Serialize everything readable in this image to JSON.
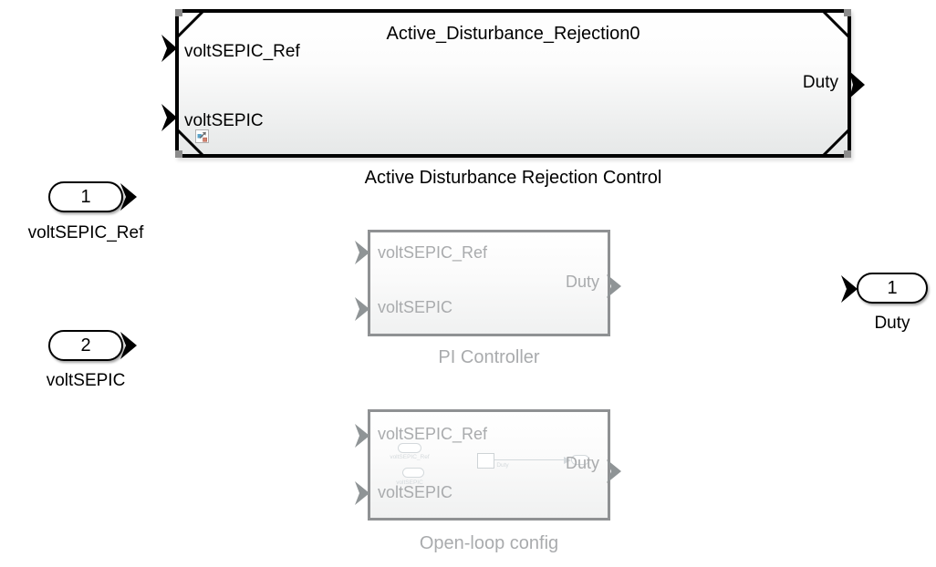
{
  "diagram": {
    "variant_block": {
      "name": "Active_Disturbance_Rejection0",
      "caption": "Active Disturbance Rejection Control",
      "input_ports": [
        "voltSEPIC_Ref",
        "voltSEPIC"
      ],
      "output_port": "Duty"
    },
    "inport_blocks": [
      {
        "number": "1",
        "label": "voltSEPIC_Ref"
      },
      {
        "number": "2",
        "label": "voltSEPIC"
      }
    ],
    "outport_block": {
      "number": "1",
      "label": "Duty"
    },
    "pi_block": {
      "caption": "PI Controller",
      "input_ports": [
        "voltSEPIC_Ref",
        "voltSEPIC"
      ],
      "output_port": "Duty"
    },
    "openloop_block": {
      "caption": "Open-loop config",
      "input_ports": [
        "voltSEPIC_Ref",
        "voltSEPIC"
      ],
      "output_port": "Duty",
      "preview": {
        "inport_labels": [
          "voltSEPIC_Ref",
          "voltSEPIC"
        ],
        "duty_label": "Duty"
      }
    },
    "colors": {
      "active_border": "#000000",
      "inactive_border": "#8f9193",
      "inactive_text": "#a9abad",
      "preview_tint": "#d4d9dc",
      "handle_gray": "#8c8c8c",
      "badge_blue": "#5ba3c9",
      "badge_red": "#d4826f"
    }
  }
}
